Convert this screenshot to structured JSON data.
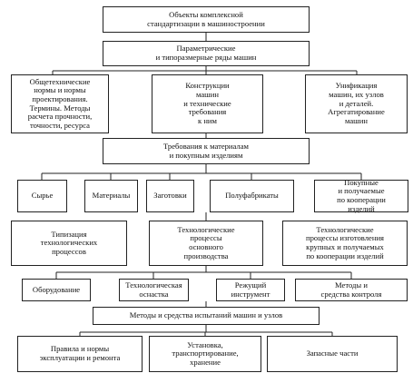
{
  "diagram": {
    "title": "Объекты комплексной\nстандартизации в машиностроении",
    "param_rows": "Параметрические\nи типоразмерные ряды машин",
    "level3": {
      "norms": "Общетехнические\nнормы и нормы\nпроектирования.\nТермины. Методы\nрасчета прочности,\nточности, ресурса",
      "constructions": "Конструкции\nмашин\nи технические\nтребования\nк ним",
      "unification": "Унификация\nмашин, их узлов\nи деталей.\nАгрегатирование\nмашин"
    },
    "materials_req": "Требования к материалам\nи покупным изделиям",
    "level5": {
      "raw": "Сырье",
      "materials": "Материалы",
      "blanks": "Заготовки",
      "semi": "Полуфабрикаты",
      "purchased": "Покупные\nи получаемые\nпо кооперации\nизделий"
    },
    "level6": {
      "typization": "Типизация\nтехнологических\nпроцессов",
      "main_processes": "Технологические\nпроцессы\nосновного\nпроизводства",
      "large_processes": "Технологические\nпроцессы изготовления\nкрупных и получаемых\nпо кооперации изделий"
    },
    "level7": {
      "equipment": "Оборудование",
      "tooling": "Технологическая\nоснастка",
      "cutting": "Режущий\nинструмент",
      "control": "Методы и\nсредства контроля"
    },
    "testing": "Методы и средства испытаний машин и узлов",
    "level9": {
      "rules": "Правила и нормы\nэксплуатации и ремонта",
      "install": "Установка,\nтранспортирование,\nхранение",
      "spares": "Запасные части"
    }
  }
}
